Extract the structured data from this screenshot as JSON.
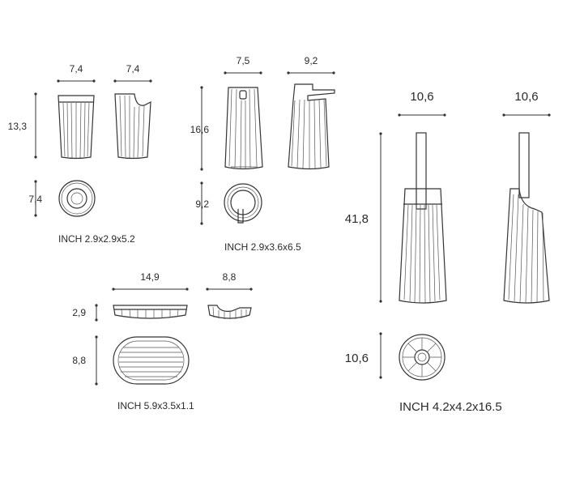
{
  "tumbler": {
    "width_front": "7,4",
    "width_side": "7,4",
    "height": "13,3",
    "diameter": "7,4",
    "caption": "INCH 2.9x2.9x5.2"
  },
  "soap_dispenser": {
    "width_front": "7,5",
    "width_side": "9,2",
    "height": "16,6",
    "diameter": "9,2",
    "caption": "INCH 2.9x3.6x6.5"
  },
  "soap_dish": {
    "width_front": "14,9",
    "width_side": "8,8",
    "height": "2,9",
    "depth": "8,8",
    "caption": "INCH 5.9x3.5x1.1"
  },
  "toilet_brush": {
    "width_front": "10,6",
    "width_side": "10,6",
    "height": "41,8",
    "diameter": "10,6",
    "caption": "INCH 4.2x4.2x16.5"
  }
}
